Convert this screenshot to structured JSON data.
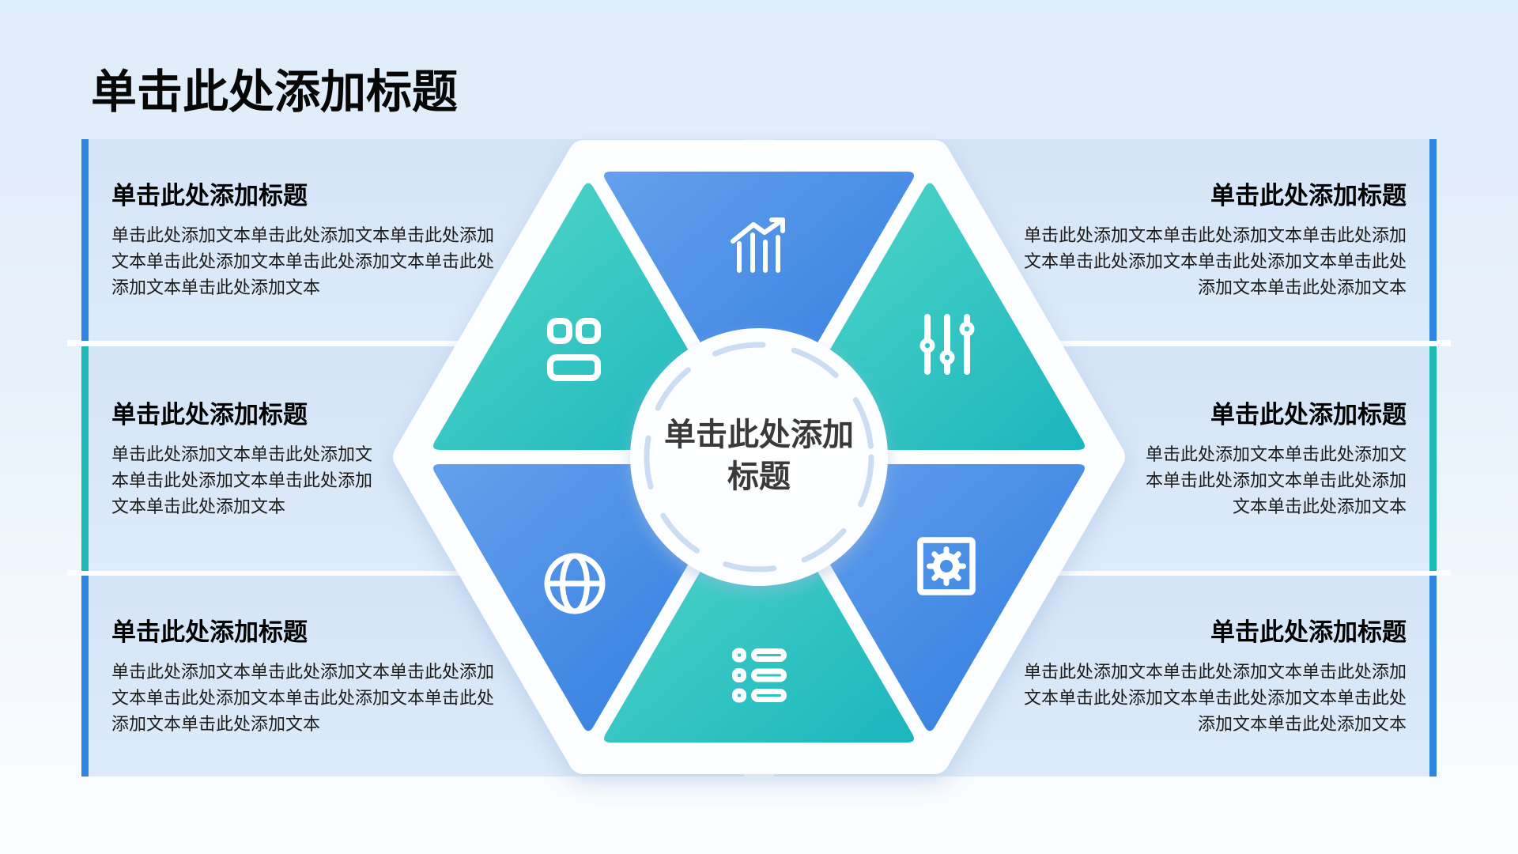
{
  "slide_title": "单击此处添加标题",
  "center": {
    "title": "单击此处添加标题"
  },
  "panels": [
    {
      "id": "left-top",
      "side": "left",
      "accent": "accent_blue",
      "title": "单击此处添加标题",
      "body": "单击此处添加文本单击此处添加文本单击此处添加文本单击此处添加文本单击此处添加文本单击此处添加文本单击此处添加文本"
    },
    {
      "id": "left-middle",
      "side": "left",
      "accent": "accent_teal",
      "title": "单击此处添加标题",
      "body": "单击此处添加文本单击此处添加文本单击此处添加文本单击此处添加文本单击此处添加文本"
    },
    {
      "id": "left-bottom",
      "side": "left",
      "accent": "accent_blue",
      "title": "单击此处添加标题",
      "body": "单击此处添加文本单击此处添加文本单击此处添加文本单击此处添加文本单击此处添加文本单击此处添加文本单击此处添加文本"
    },
    {
      "id": "right-top",
      "side": "right",
      "accent": "accent_blue",
      "title": "单击此处添加标题",
      "body": "单击此处添加文本单击此处添加文本单击此处添加文本单击此处添加文本单击此处添加文本单击此处添加文本单击此处添加文本"
    },
    {
      "id": "right-middle",
      "side": "right",
      "accent": "accent_teal",
      "title": "单击此处添加标题",
      "body": "单击此处添加文本单击此处添加文本单击此处添加文本单击此处添加文本单击此处添加文本"
    },
    {
      "id": "right-bottom",
      "side": "right",
      "accent": "accent_blue",
      "title": "单击此处添加标题",
      "body": "单击此处添加文本单击此处添加文本单击此处添加文本单击此处添加文本单击此处添加文本单击此处添加文本单击此处添加文本"
    }
  ],
  "sectors": [
    {
      "position": "top",
      "color": "blue",
      "icon": "bar-chart-up-icon"
    },
    {
      "position": "top-right",
      "color": "teal",
      "icon": "sliders-icon"
    },
    {
      "position": "bottom-right",
      "color": "blue",
      "icon": "gear-icon"
    },
    {
      "position": "bottom",
      "color": "teal",
      "icon": "list-icon"
    },
    {
      "position": "bottom-left",
      "color": "blue",
      "icon": "globe-icon"
    },
    {
      "position": "top-left",
      "color": "teal",
      "icon": "grid-icon"
    }
  ],
  "colors": {
    "accent_blue": "#2E86E0",
    "accent_teal": "#1CB8B4",
    "blue_grad_start": "#64A0EC",
    "blue_grad_end": "#2F7CDF",
    "teal_grad_start": "#53D8C7",
    "teal_grad_end": "#1BB5BE",
    "dash_ring": "#CBDCF3",
    "panel_bg": "#D4E4F7",
    "hex_white": "#FDFEFF"
  }
}
